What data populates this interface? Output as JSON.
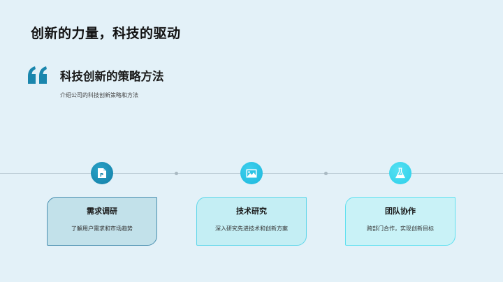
{
  "slide": {
    "title": "创新的力量，科技的驱动",
    "section": {
      "title": "科技创新的策略方法",
      "subtitle": "介绍公司的科技创新策略和方法",
      "icon": "quote-icon"
    },
    "steps": [
      {
        "icon": "document-p-icon",
        "title": "需求调研",
        "description": "了解用户需求和市场趋势",
        "icon_color": "#1a8fb5",
        "card_bg": "#c2e1ea",
        "card_border": "#4a8fb0"
      },
      {
        "icon": "image-icon",
        "title": "技术研究",
        "description": "深入研究先进技术和创新方案",
        "icon_color": "#22c0e2",
        "card_bg": "#c4eef4",
        "card_border": "#5fd6ea"
      },
      {
        "icon": "flask-icon",
        "title": "团队协作",
        "description": "跨部门合作，实现创新目标",
        "icon_color": "#2ed3ec",
        "card_bg": "#c9f2f7",
        "card_border": "#5fe0f0"
      }
    ]
  },
  "colors": {
    "background": "#e3f1f8",
    "accent": "#1a86ad"
  }
}
